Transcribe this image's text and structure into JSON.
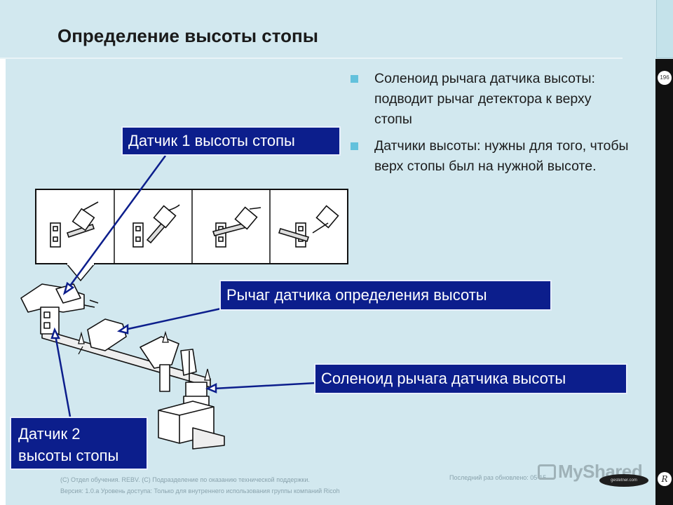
{
  "title": "Определение высоты стопы",
  "bullets": [
    "Соленоид рычага датчика высоты: подводит рычаг детектора к верху стопы",
    "Датчики высоты: нужны для того, чтобы верх стопы был на нужной высоте."
  ],
  "labels": {
    "sensor1": "Датчик 1 высоты стопы",
    "lever": "Рычаг датчика определения высоты",
    "solenoid": "Соленоид рычага датчика высоты",
    "sensor2_line1": "Датчик 2",
    "sensor2_line2": "высоты стопы"
  },
  "footer": {
    "line1": "(C) Отдел обучения. REBV. (C) Подразделение по оказанию технической поддержки.",
    "line2": "Версия: 1.0.a   Уровень доступа: Только для внутреннего использования группы компаний Ricoh",
    "right": "Последний раз обновлено: 05-15"
  },
  "watermark": "MyShared",
  "page_number": "196",
  "logo_text": "gestetner.com",
  "circle_logo": "R",
  "colors": {
    "background": "#d2e8ef",
    "label_bg": "#0c1e8c",
    "bullet": "#63c1dc"
  }
}
